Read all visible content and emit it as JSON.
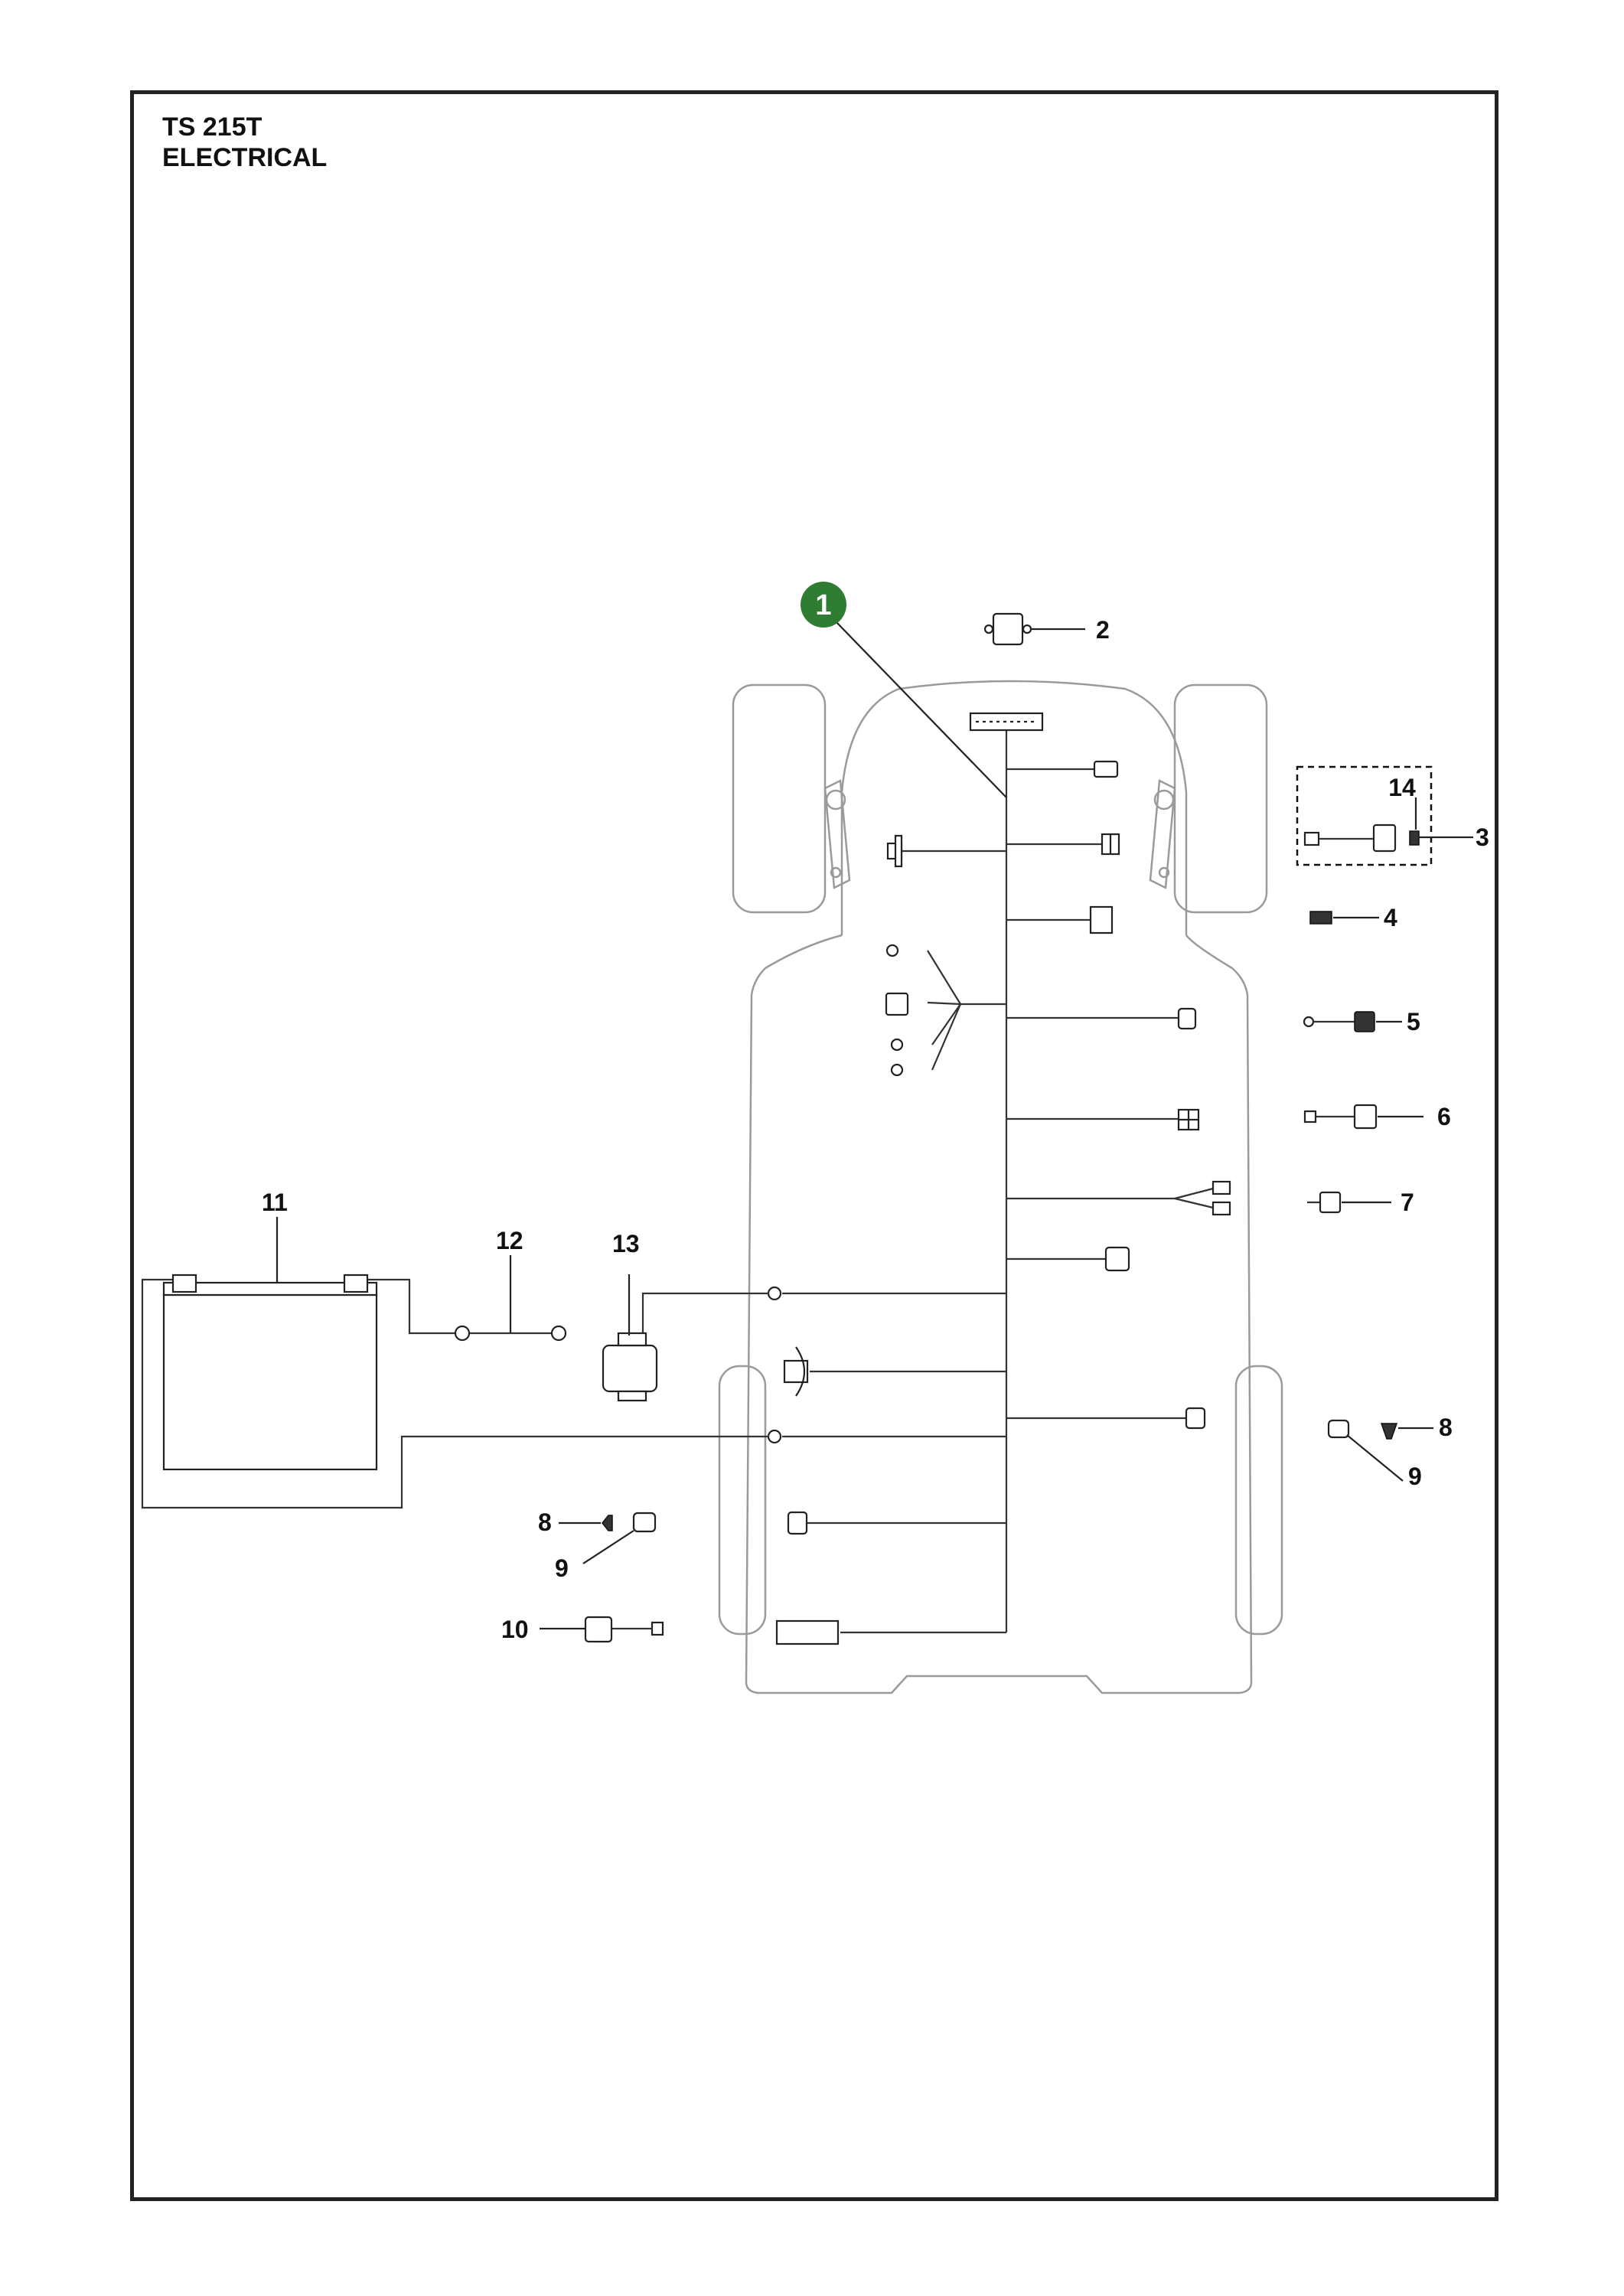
{
  "title": {
    "model": "TS 215T",
    "section": "ELECTRICAL"
  },
  "highlight": {
    "number": "1",
    "color": "#2e7d32"
  },
  "callouts": {
    "c2": "2",
    "c3": "3",
    "c4": "4",
    "c5": "5",
    "c6": "6",
    "c7": "7",
    "c8_right": "8",
    "c9_right": "9",
    "c8_left": "8",
    "c9_left": "9",
    "c10": "10",
    "c11": "11",
    "c12": "12",
    "c13": "13",
    "c14": "14"
  }
}
